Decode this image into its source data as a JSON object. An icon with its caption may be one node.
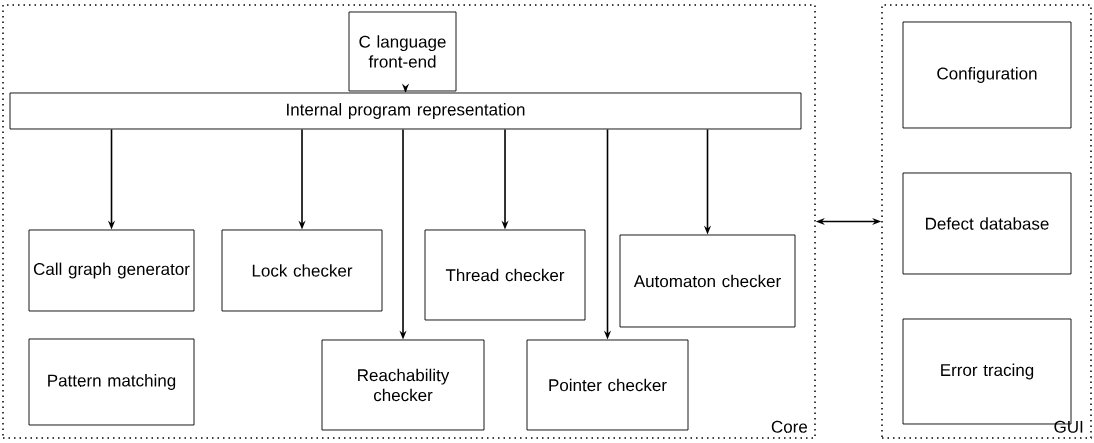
{
  "diagram": {
    "nodes": [
      {
        "text": [
          "Core"
        ]
      },
      {
        "text": [
          "C language front-end"
        ],
        "in": 0
      },
      {
        "text": [
          "Internal program representation"
        ],
        "in": 0
      },
      {
        "text": [
          "Call graph generator"
        ],
        "in": 0
      },
      {
        "text": [
          "Lock checker"
        ],
        "in": 0
      },
      {
        "text": [
          "Thread checker"
        ],
        "in": 0
      },
      {
        "text": [
          "Automaton checker"
        ],
        "in": 0
      },
      {
        "text": [
          "Pattern matching"
        ],
        "in": 0
      },
      {
        "text": [
          "Reachability checker"
        ],
        "in": 0
      },
      {
        "text": [
          "Pointer checker"
        ],
        "in": 0
      },
      {
        "text": [
          "GUI"
        ]
      },
      {
        "text": [
          "Configuration"
        ],
        "in": 10
      },
      {
        "text": [
          "Defect database"
        ],
        "in": 10
      },
      {
        "text": [
          "Error tracing"
        ],
        "in": 10
      }
    ],
    "edges": [
      {
        "from": 1,
        "to": 2,
        "arrow": "to"
      },
      {
        "from": 2,
        "to": 3,
        "arrow": "to"
      },
      {
        "from": 2,
        "to": 4,
        "arrow": "to"
      },
      {
        "from": 2,
        "to": 8,
        "arrow": "to"
      },
      {
        "from": 2,
        "to": 5,
        "arrow": "to"
      },
      {
        "from": 2,
        "to": 9,
        "arrow": "to"
      },
      {
        "from": 2,
        "to": 6,
        "arrow": "to"
      },
      {
        "from": 0,
        "to": 10,
        "arrow": "both"
      }
    ]
  }
}
